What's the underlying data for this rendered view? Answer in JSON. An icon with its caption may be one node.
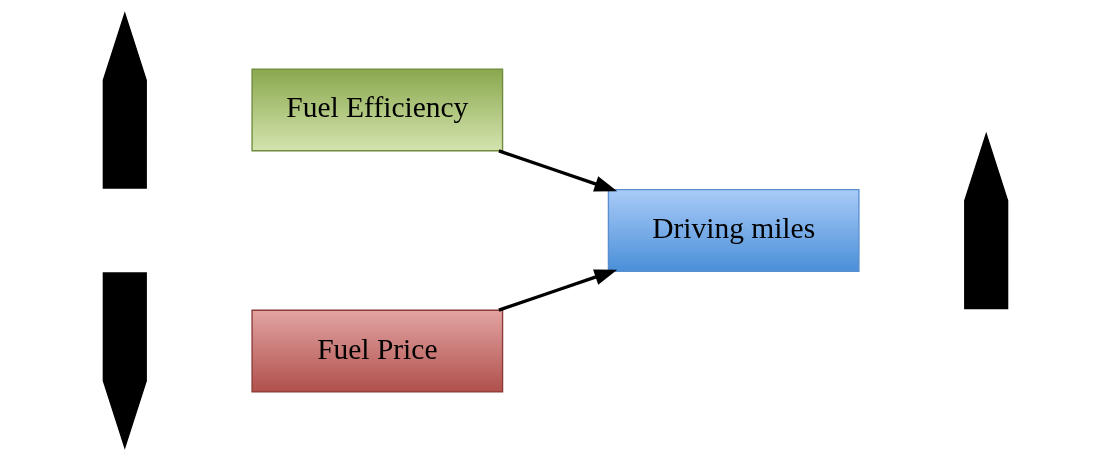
{
  "diagram": {
    "nodes": [
      {
        "text": [],
        "shape": "arrow"
      },
      {
        "text": [
          "Fuel Efficiency"
        ]
      },
      {
        "text": [],
        "shape": "arrow"
      },
      {
        "text": [
          "Fuel Price"
        ]
      },
      {
        "text": [
          "Driving miles"
        ]
      },
      {
        "text": [],
        "shape": "arrow"
      }
    ],
    "edges": [
      {
        "from": 1,
        "to": 4,
        "arrow": "to"
      },
      {
        "from": 3,
        "to": 4,
        "arrow": "to"
      }
    ]
  }
}
